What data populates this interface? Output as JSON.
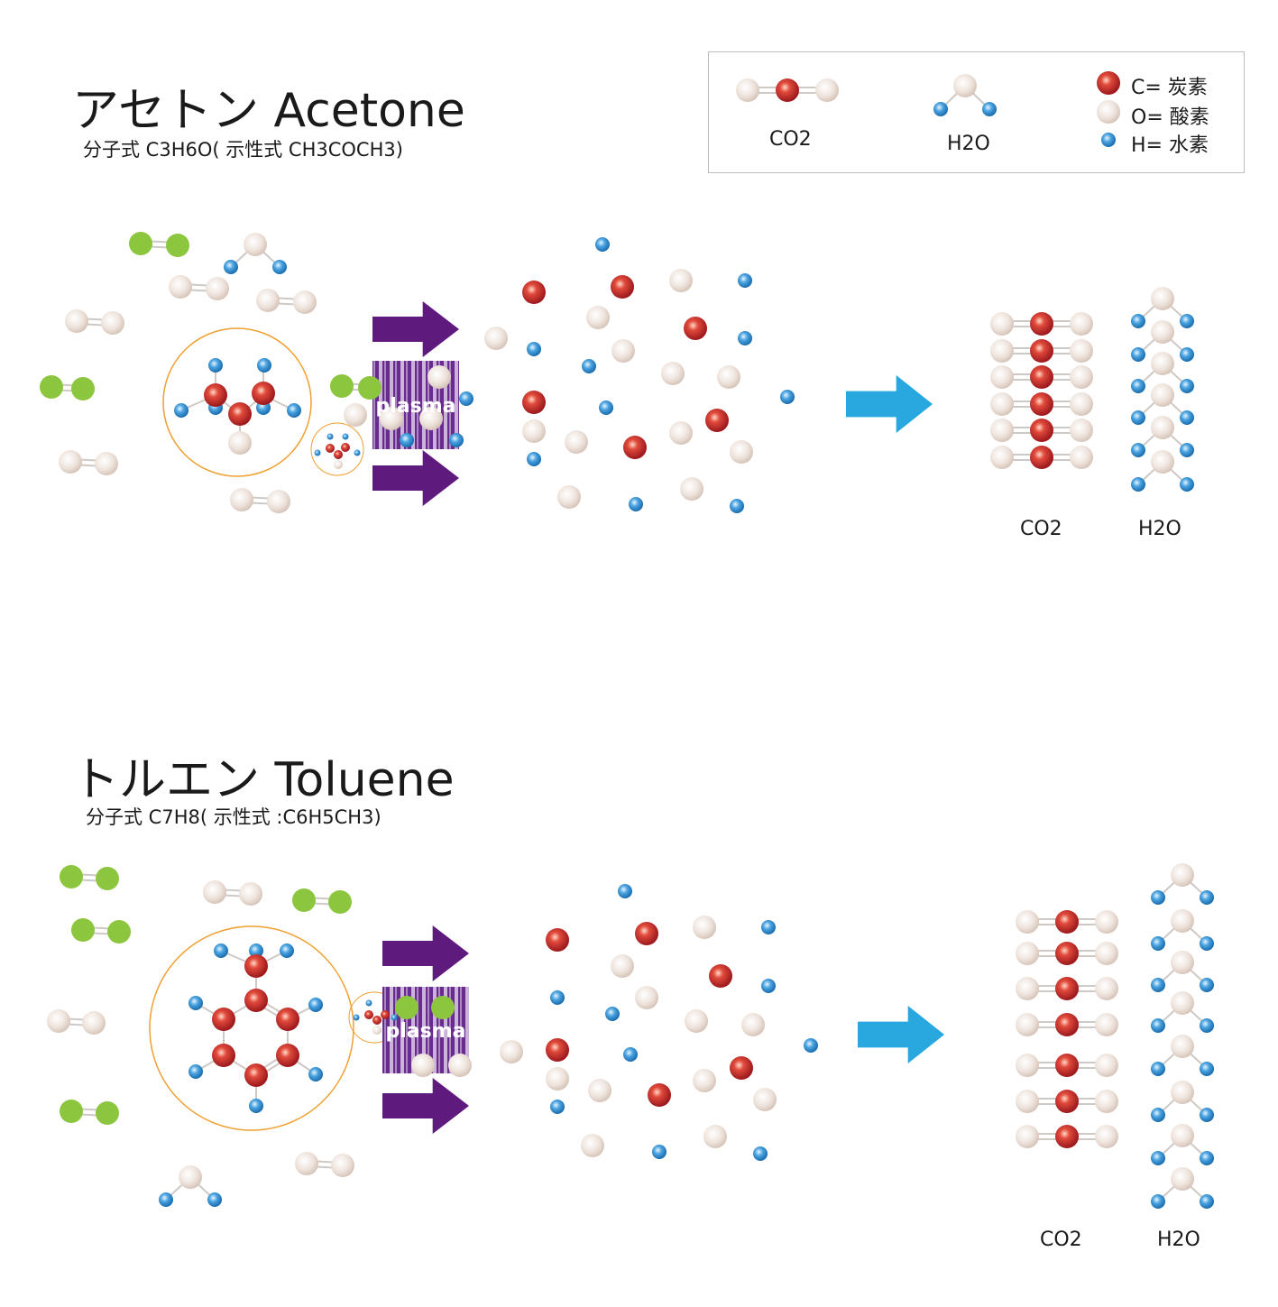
{
  "acetone": {
    "title": "アセトン Acetone",
    "formula": "分子式 C3H6O( 示性式 CH3COCH3)",
    "plasma_label": "plasma",
    "product_co2": "CO2",
    "product_h2o": "H2O"
  },
  "toluene": {
    "title": "トルエン Toluene",
    "formula": "分子式 C7H8( 示性式 :C6H5CH3)",
    "plasma_label": "plasma",
    "product_co2": "CO2",
    "product_h2o": "H2O"
  },
  "legend": {
    "co2": "CO2",
    "h2o": "H2O",
    "carbon": "C= 炭素",
    "oxygen": "O= 酸素",
    "hydrogen": "H= 水素"
  },
  "colors": {
    "carbon": "#c8262a",
    "oxygen": "#e6d6cc",
    "hydrogen": "#3b8fd0",
    "green_molecule": "#8cc63f",
    "plasma_arrow": "#5f1a7e",
    "result_arrow": "#29a8e0",
    "ring": "#f0a030"
  }
}
